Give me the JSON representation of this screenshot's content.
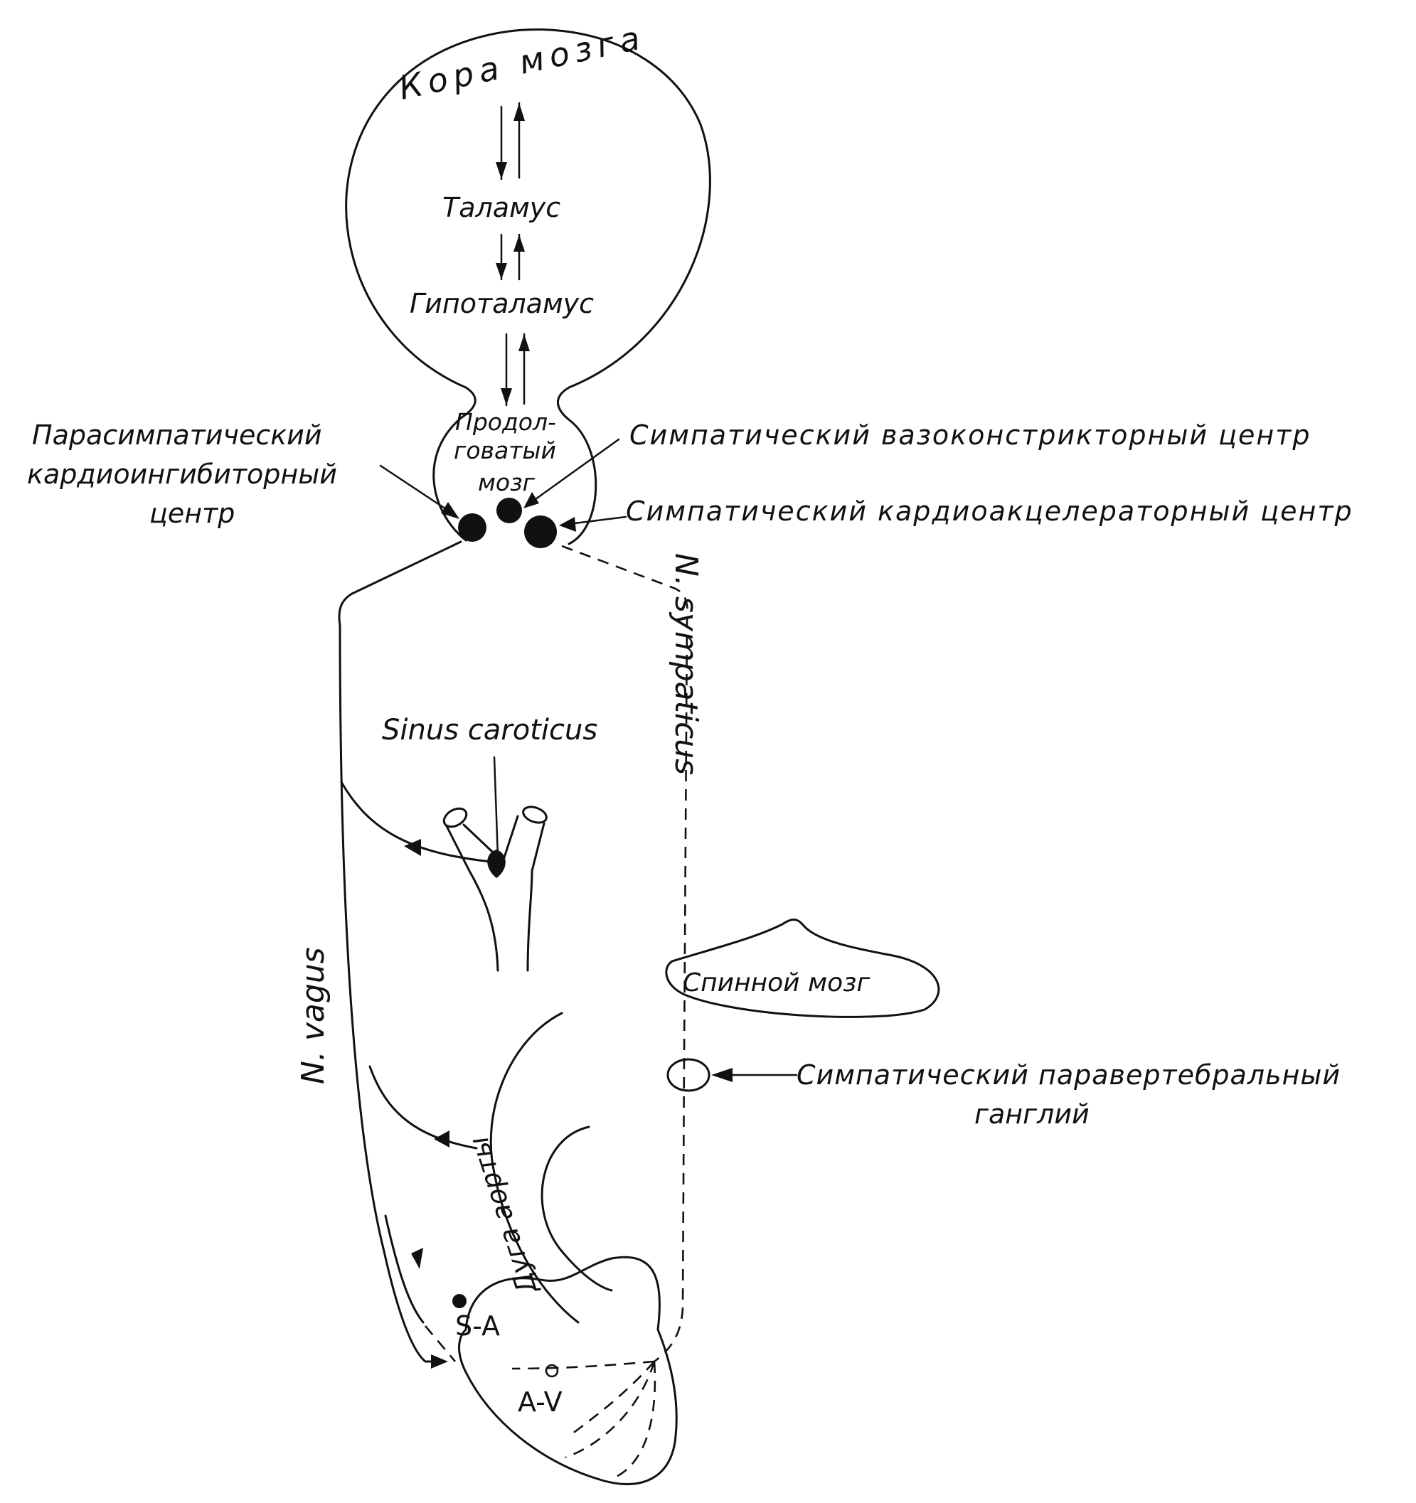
{
  "labels": {
    "cortex": "Кора мозга",
    "thalamus": "Таламус",
    "hypothalamus": "Гипоталамус",
    "medulla_1": "Продол-",
    "medulla_2": "говатый",
    "medulla_3": "мозг",
    "parasym_1": "Парасимпатический",
    "parasym_2": "кардиоингибиторный",
    "parasym_3": "центр",
    "vasoconstrictor": "Симпатический вазоконстрикторный центр",
    "cardioaccelerator": "Симпатический кардиоакцелераторный центр",
    "n_sympaticus": "N. sympaticus",
    "sinus_caroticus": "Sinus caroticus",
    "n_vagus": "N. vagus",
    "spinal_cord": "Спинной мозг",
    "ganglion_1": "Симпатический паравертебральный",
    "ganglion_2": "ганглий",
    "aortic_arch": "Дуга аорты",
    "sa_node": "S-A",
    "av_node": "A-V"
  }
}
